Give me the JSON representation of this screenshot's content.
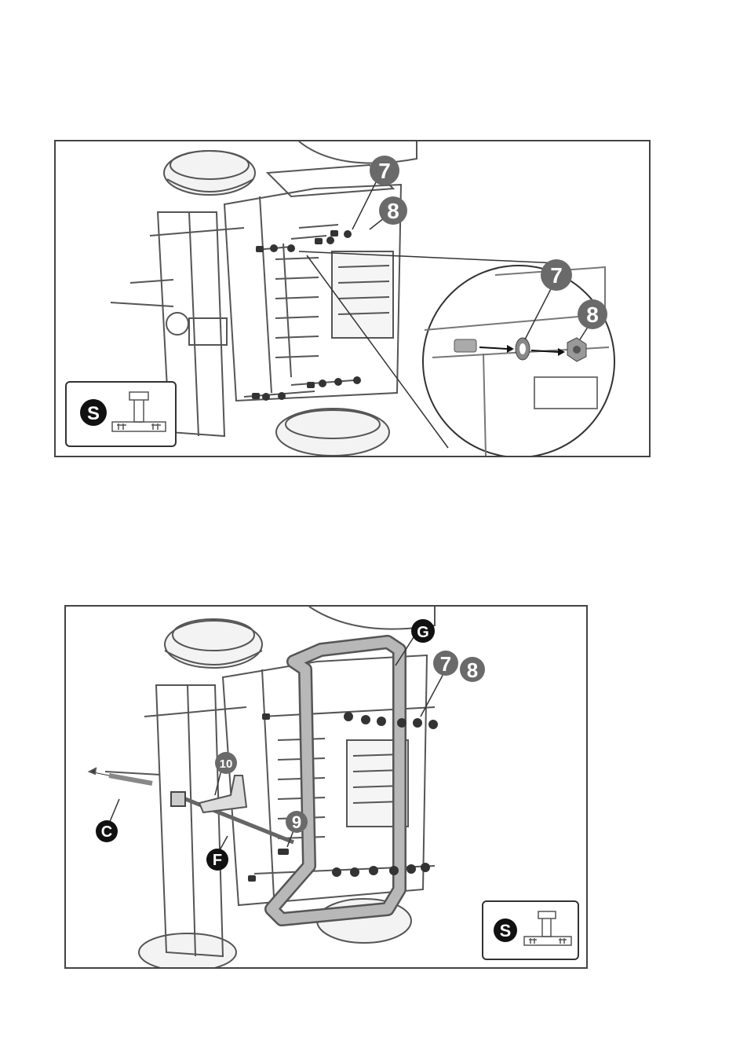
{
  "figure_1": {
    "part_callouts": [
      "7",
      "8"
    ],
    "detail_callouts": [
      "7",
      "8"
    ],
    "legend_badge": "S"
  },
  "figure_2": {
    "part_callouts": [
      "G",
      "7",
      "8",
      "10",
      "9",
      "C",
      "F"
    ],
    "legend_badge": "S"
  },
  "colors": {
    "callout_grey": "#6a6a6a",
    "callout_black": "#111111",
    "line_art": "#555555",
    "bar_fill": "#b8b8b8"
  }
}
